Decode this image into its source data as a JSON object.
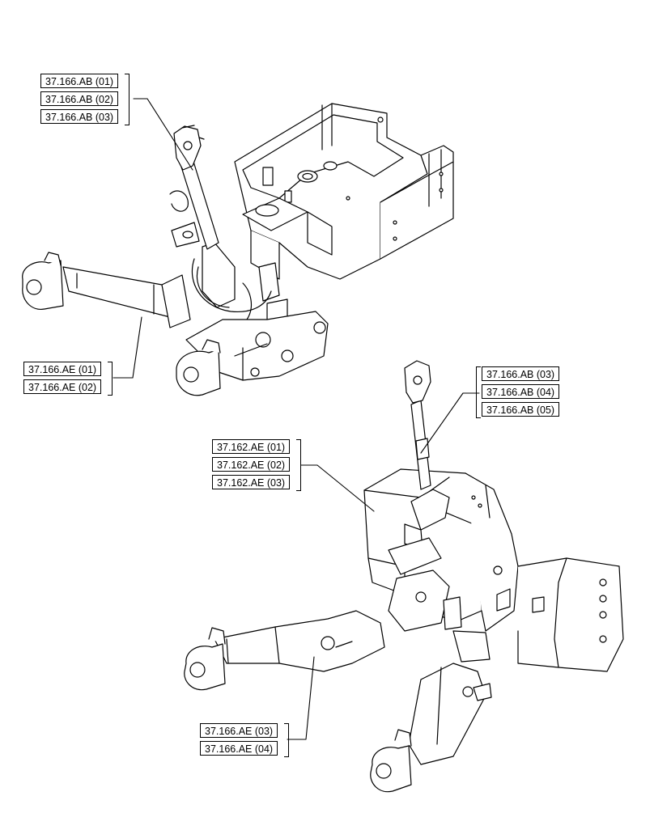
{
  "callouts": {
    "upper_ab": [
      "37.166.AB (01)",
      "37.166.AB (02)",
      "37.166.AB (03)"
    ],
    "upper_ae": [
      "37.166.AE (01)",
      "37.166.AE (02)"
    ],
    "lower_ab": [
      "37.166.AB (03)",
      "37.166.AB (04)",
      "37.166.AB (05)"
    ],
    "lower_162": [
      "37.162.AE (01)",
      "37.162.AE (02)",
      "37.162.AE (03)"
    ],
    "lower_ae": [
      "37.166.AE (03)",
      "37.166.AE (04)"
    ]
  },
  "colors": {
    "line": "#000000",
    "fill": "#ffffff"
  }
}
